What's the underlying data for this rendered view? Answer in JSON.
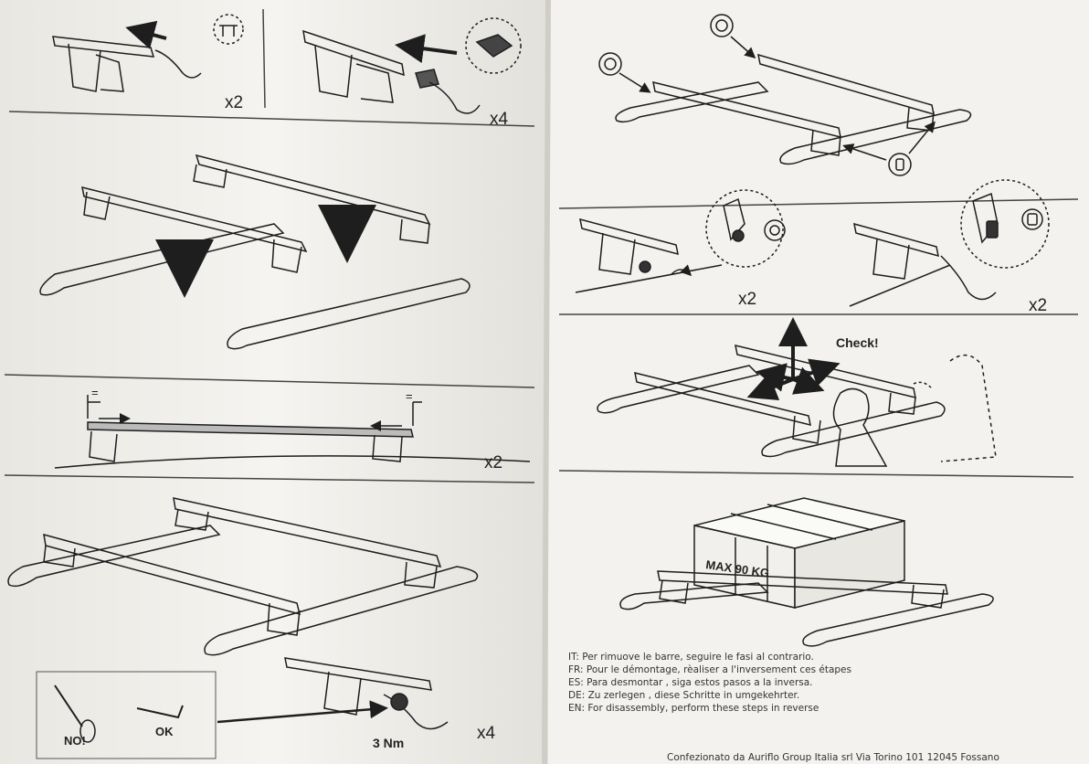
{
  "left_page": {
    "step1": {
      "count": "x2"
    },
    "step2": {
      "count": "x4"
    },
    "step4": {
      "count": "x2",
      "equal_mark_left": "=",
      "equal_mark_right": "="
    },
    "step5": {
      "count": "x4",
      "torque": "3 Nm",
      "tool_wrong": "NO!",
      "tool_right": "OK"
    }
  },
  "right_page": {
    "step_lock_left": {
      "count": "x2"
    },
    "step_lock_right": {
      "count": "x2"
    },
    "step_check": {
      "label": "Check!"
    },
    "step_load": {
      "box_label": "MAX 90 KG"
    },
    "instructions": [
      "IT: Per rimuove le barre, seguire le fasi al contrario.",
      "FR: Pour le démontage, rèaliser a l'inversement ces étapes",
      "ES: Para desmontar , siga estos pasos a la inversa.",
      "DE: Zu zerlegen , diese Schritte in umgekehrter.",
      "EN: For disassembly, perform these steps in reverse"
    ],
    "footer": "Confezionato da Auriflo Group Italia srl Via Torino 101 12045 Fossano"
  },
  "colors": {
    "paper": "#f4f3ef",
    "ink": "#1e1e1e",
    "rule": "#444444"
  },
  "icons": [
    "arrow-icon",
    "lock-key-icon",
    "cap-icon",
    "person-icon",
    "wrench-icon"
  ]
}
